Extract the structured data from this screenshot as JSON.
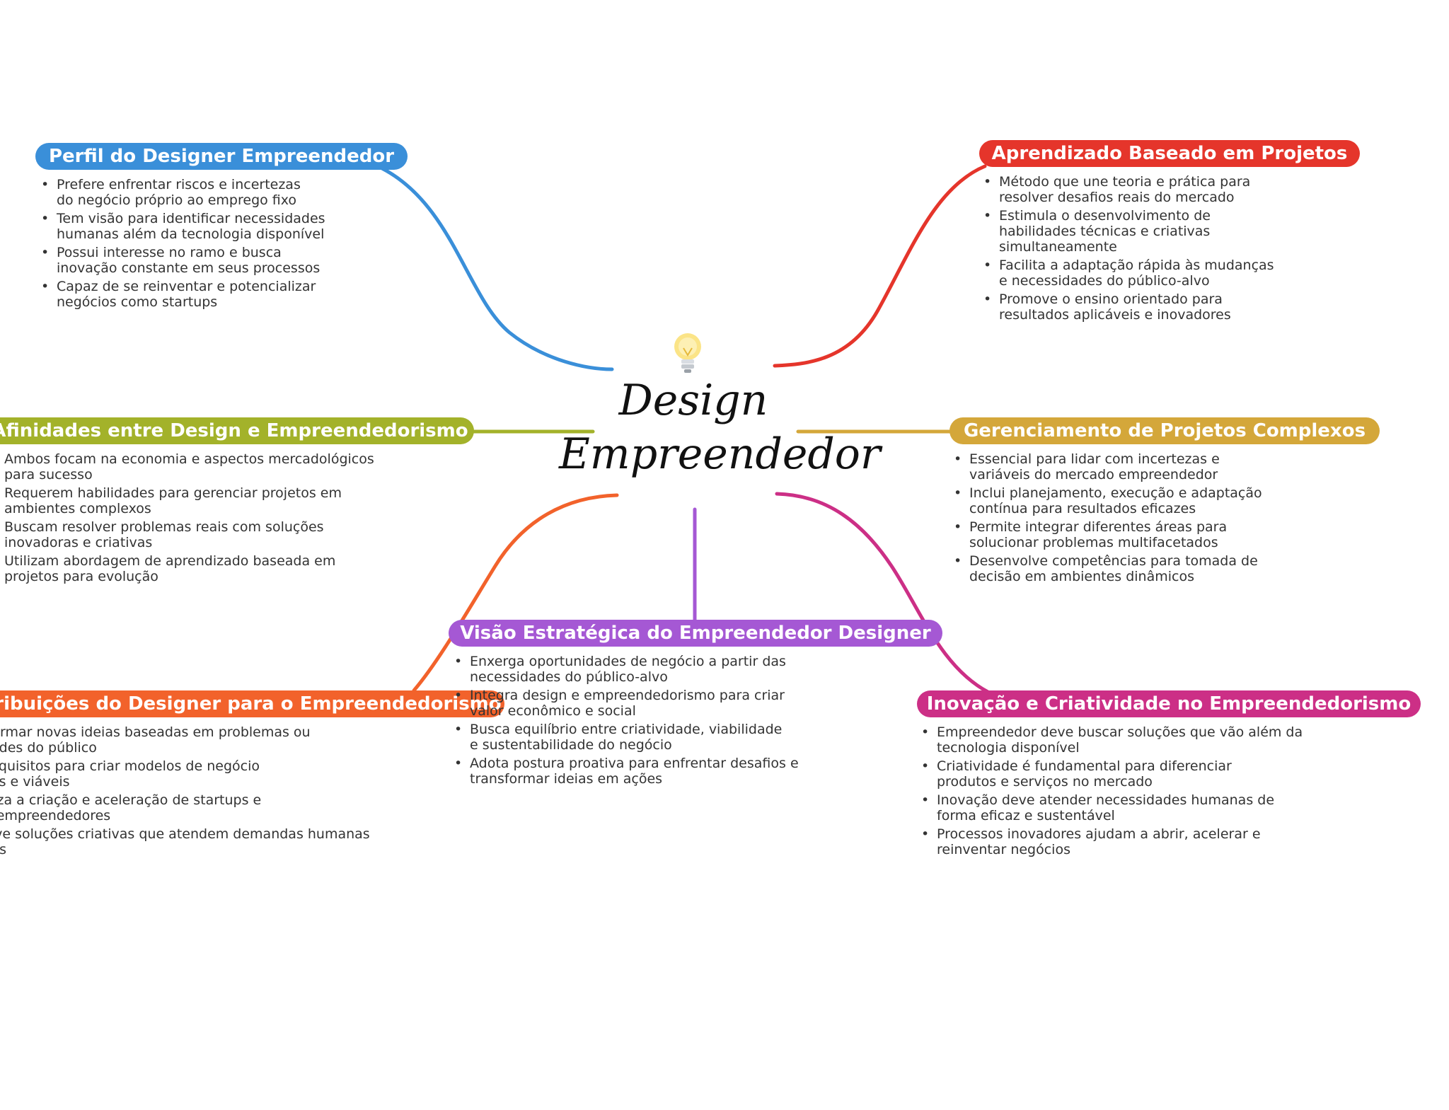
{
  "center": {
    "line1": "Design",
    "line2": "Empreendedor",
    "icon": "lightbulb-icon"
  },
  "bullet": "•",
  "branches": [
    {
      "id": "perfil",
      "title": "Perfil do Designer Empreendedor",
      "color": "#3a8fd9",
      "items": [
        "Prefere enfrentar riscos e incertezas\ndo negócio próprio ao emprego fixo",
        "Tem visão para identificar necessidades\nhumanas além da tecnologia disponível",
        "Possui interesse no ramo e busca\ninovação constante em seus processos",
        "Capaz de se reinventar e potencializar\nnegócios como startups"
      ]
    },
    {
      "id": "afinidades",
      "title": "Afinidades entre Design e Empreendedorismo",
      "color": "#a3b22a",
      "items": [
        "Ambos focam na economia e aspectos mercadológicos\npara sucesso",
        "Requerem habilidades para gerenciar projetos em\nambientes complexos",
        "Buscam resolver problemas reais com soluções\ninovadoras e criativas",
        "Utilizam abordagem de aprendizado baseada em\nprojetos para evolução"
      ]
    },
    {
      "id": "contribuicoes",
      "title": "Contribuições do Designer para o Empreendedorismo",
      "color": "#f2622b",
      "items": [
        "Ajuda a formar novas ideias baseadas em problemas ou\nnecessidades do público",
        "Analisa requisitos para criar modelos de negócio\ninovadores e viáveis",
        "Potencializa a criação e aceleração de startups e\nnegócios empreendedores",
        "Desenvolve soluções criativas que atendem demandas humanas\nespecíficas"
      ]
    },
    {
      "id": "visao",
      "title": "Visão Estratégica do Empreendedor Designer",
      "color": "#a558d4",
      "items": [
        "Enxerga oportunidades de negócio a partir das\nnecessidades do público-alvo",
        "Integra design e empreendedorismo para criar\nvalor econômico e social",
        "Busca equilíbrio entre criatividade, viabilidade\ne sustentabilidade do negócio",
        "Adota postura proativa para enfrentar desafios e\ntransformar ideias em ações"
      ]
    },
    {
      "id": "aprendizado",
      "title": "Aprendizado Baseado em Projetos",
      "color": "#e5352b",
      "items": [
        "Método que une teoria e prática para\nresolver desafios reais do mercado",
        "Estimula o desenvolvimento de\nhabilidades técnicas e criativas\nsimultaneamente",
        "Facilita a adaptação rápida às mudanças\ne necessidades do público-alvo",
        "Promove o ensino orientado para\nresultados aplicáveis e inovadores"
      ]
    },
    {
      "id": "gerenciamento",
      "title": "Gerenciamento de Projetos Complexos",
      "color": "#d4a73a",
      "items": [
        "Essencial para lidar com incertezas e\nvariáveis do mercado empreendedor",
        "Inclui planejamento, execução e adaptação\ncontínua para resultados eficazes",
        "Permite integrar diferentes áreas para\nsolucionar problemas multifacetados",
        "Desenvolve competências para tomada de\ndecisão em ambientes dinâmicos"
      ]
    },
    {
      "id": "inovacao",
      "title": "Inovação e Criatividade no Empreendedorismo",
      "color": "#cc2f86",
      "items": [
        "Empreendedor deve buscar soluções que vão além da\ntecnologia disponível",
        "Criatividade é fundamental para diferenciar\nprodutos e serviços no mercado",
        "Inovação deve atender necessidades humanas de\nforma eficaz e sustentável",
        "Processos inovadores ajudam a abrir, acelerar e\nreinventar negócios"
      ]
    }
  ]
}
